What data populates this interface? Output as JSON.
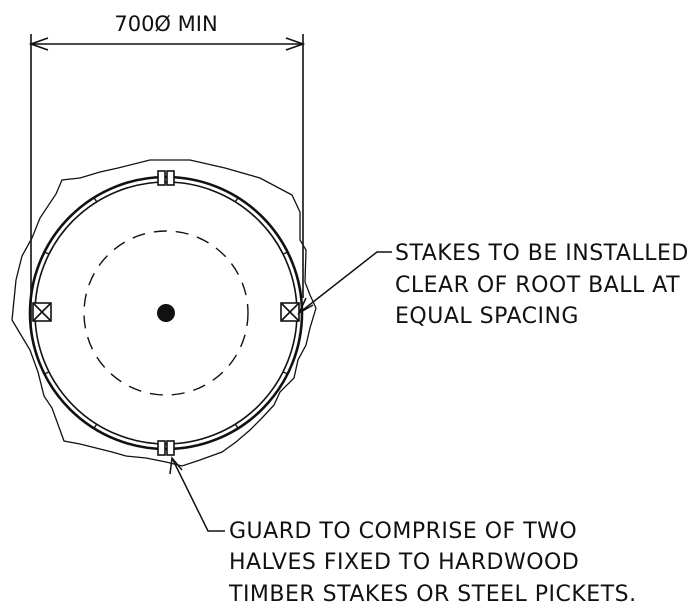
{
  "dimension": {
    "label": "700Ø MIN"
  },
  "callouts": {
    "stakes": {
      "lines": [
        "STAKES TO BE INSTALLED",
        "CLEAR OF ROOT BALL AT",
        "EQUAL SPACING"
      ]
    },
    "guard": {
      "lines": [
        "GUARD TO COMPRISE OF TWO",
        "HALVES FIXED TO HARDWOOD",
        "TIMBER STAKES OR STEEL PICKETS."
      ]
    }
  },
  "colors": {
    "ink": "#111111",
    "background": "#ffffff"
  }
}
